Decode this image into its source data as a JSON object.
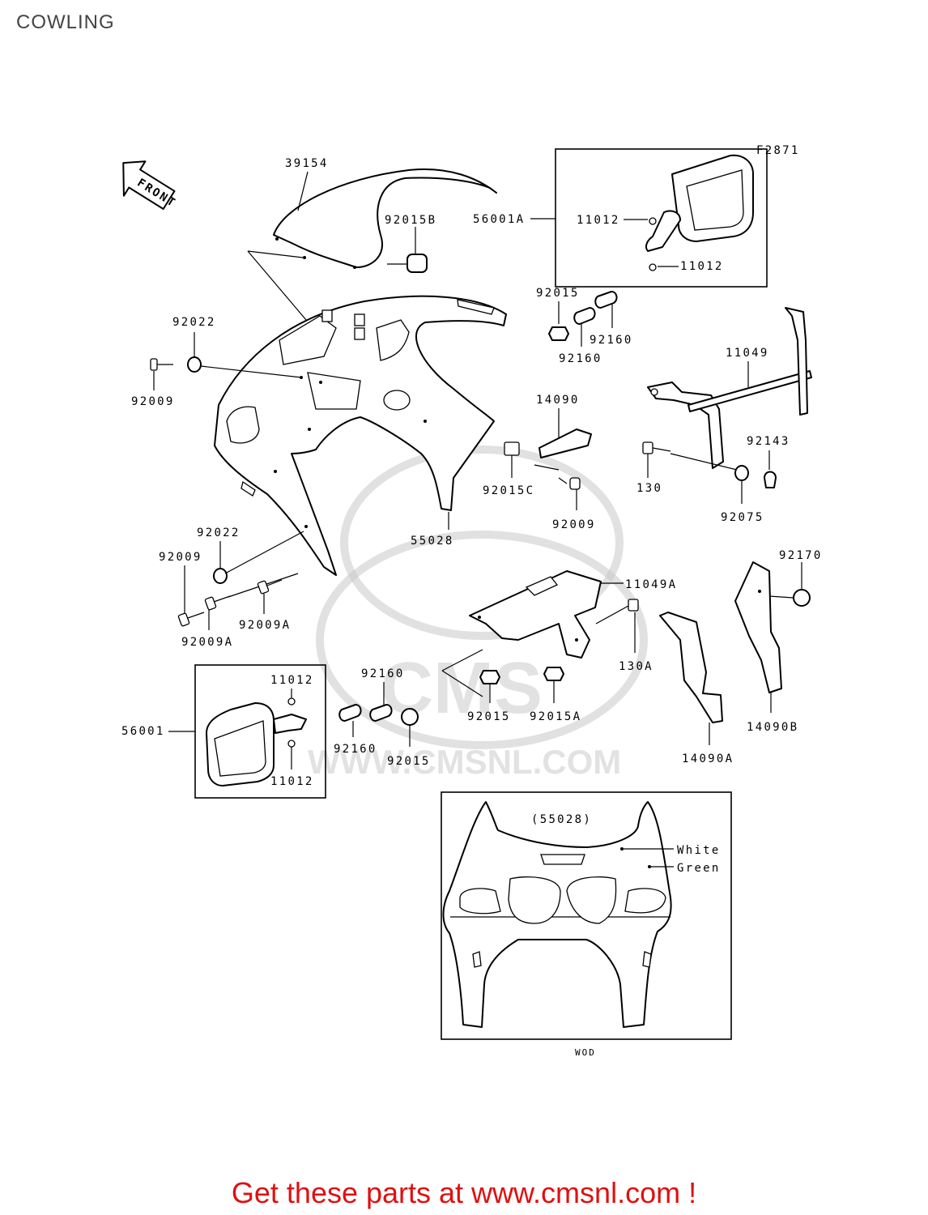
{
  "page": {
    "title": "COWLING",
    "figure_code": "F2871"
  },
  "watermark": {
    "site": "WWW.CMSNL.COM",
    "brand": "CMS"
  },
  "front_indicator": "FRONT",
  "part_labels": {
    "windshield": "39154",
    "grommet_b": "92015B",
    "mirror_set_a": "56001A",
    "mirror_nut_top": "11012",
    "mirror_nut_bottom": "11012",
    "nut_upper": "92015",
    "plate_upper_right": "92160",
    "plate_upper_left": "92160",
    "stay": "11049",
    "washer_upper": "92022",
    "screw_upper": "92009",
    "bracket": "14090",
    "clip_c": "92015C",
    "screw_mid": "92009",
    "bolt": "130",
    "cap": "92143",
    "damper": "92075",
    "upper_cowl": "55028",
    "washer_lower": "92022",
    "screw_lower": "92009",
    "screw_lower_a1": "92009A",
    "screw_lower_a2": "92009A",
    "stay_a": "11049A",
    "rivet": "92170",
    "bolt_a": "130A",
    "nut_lower": "92015",
    "nut_lower_a": "92015A",
    "cover_a": "14090A",
    "cover_b": "14090B",
    "mirror_set": "56001",
    "mirror_l_nut_top": "11012",
    "mirror_l_nut_bottom": "11012",
    "plate_lower_top": "92160",
    "plate_lower": "92160",
    "nut_lower_b": "92015"
  },
  "inset": {
    "part_ref": "(55028)",
    "color_white": "White",
    "color_green": "Green",
    "variant": "WOD"
  },
  "promo": {
    "text": "Get these parts at www.cmsnl.com !",
    "color": "#e01010"
  }
}
